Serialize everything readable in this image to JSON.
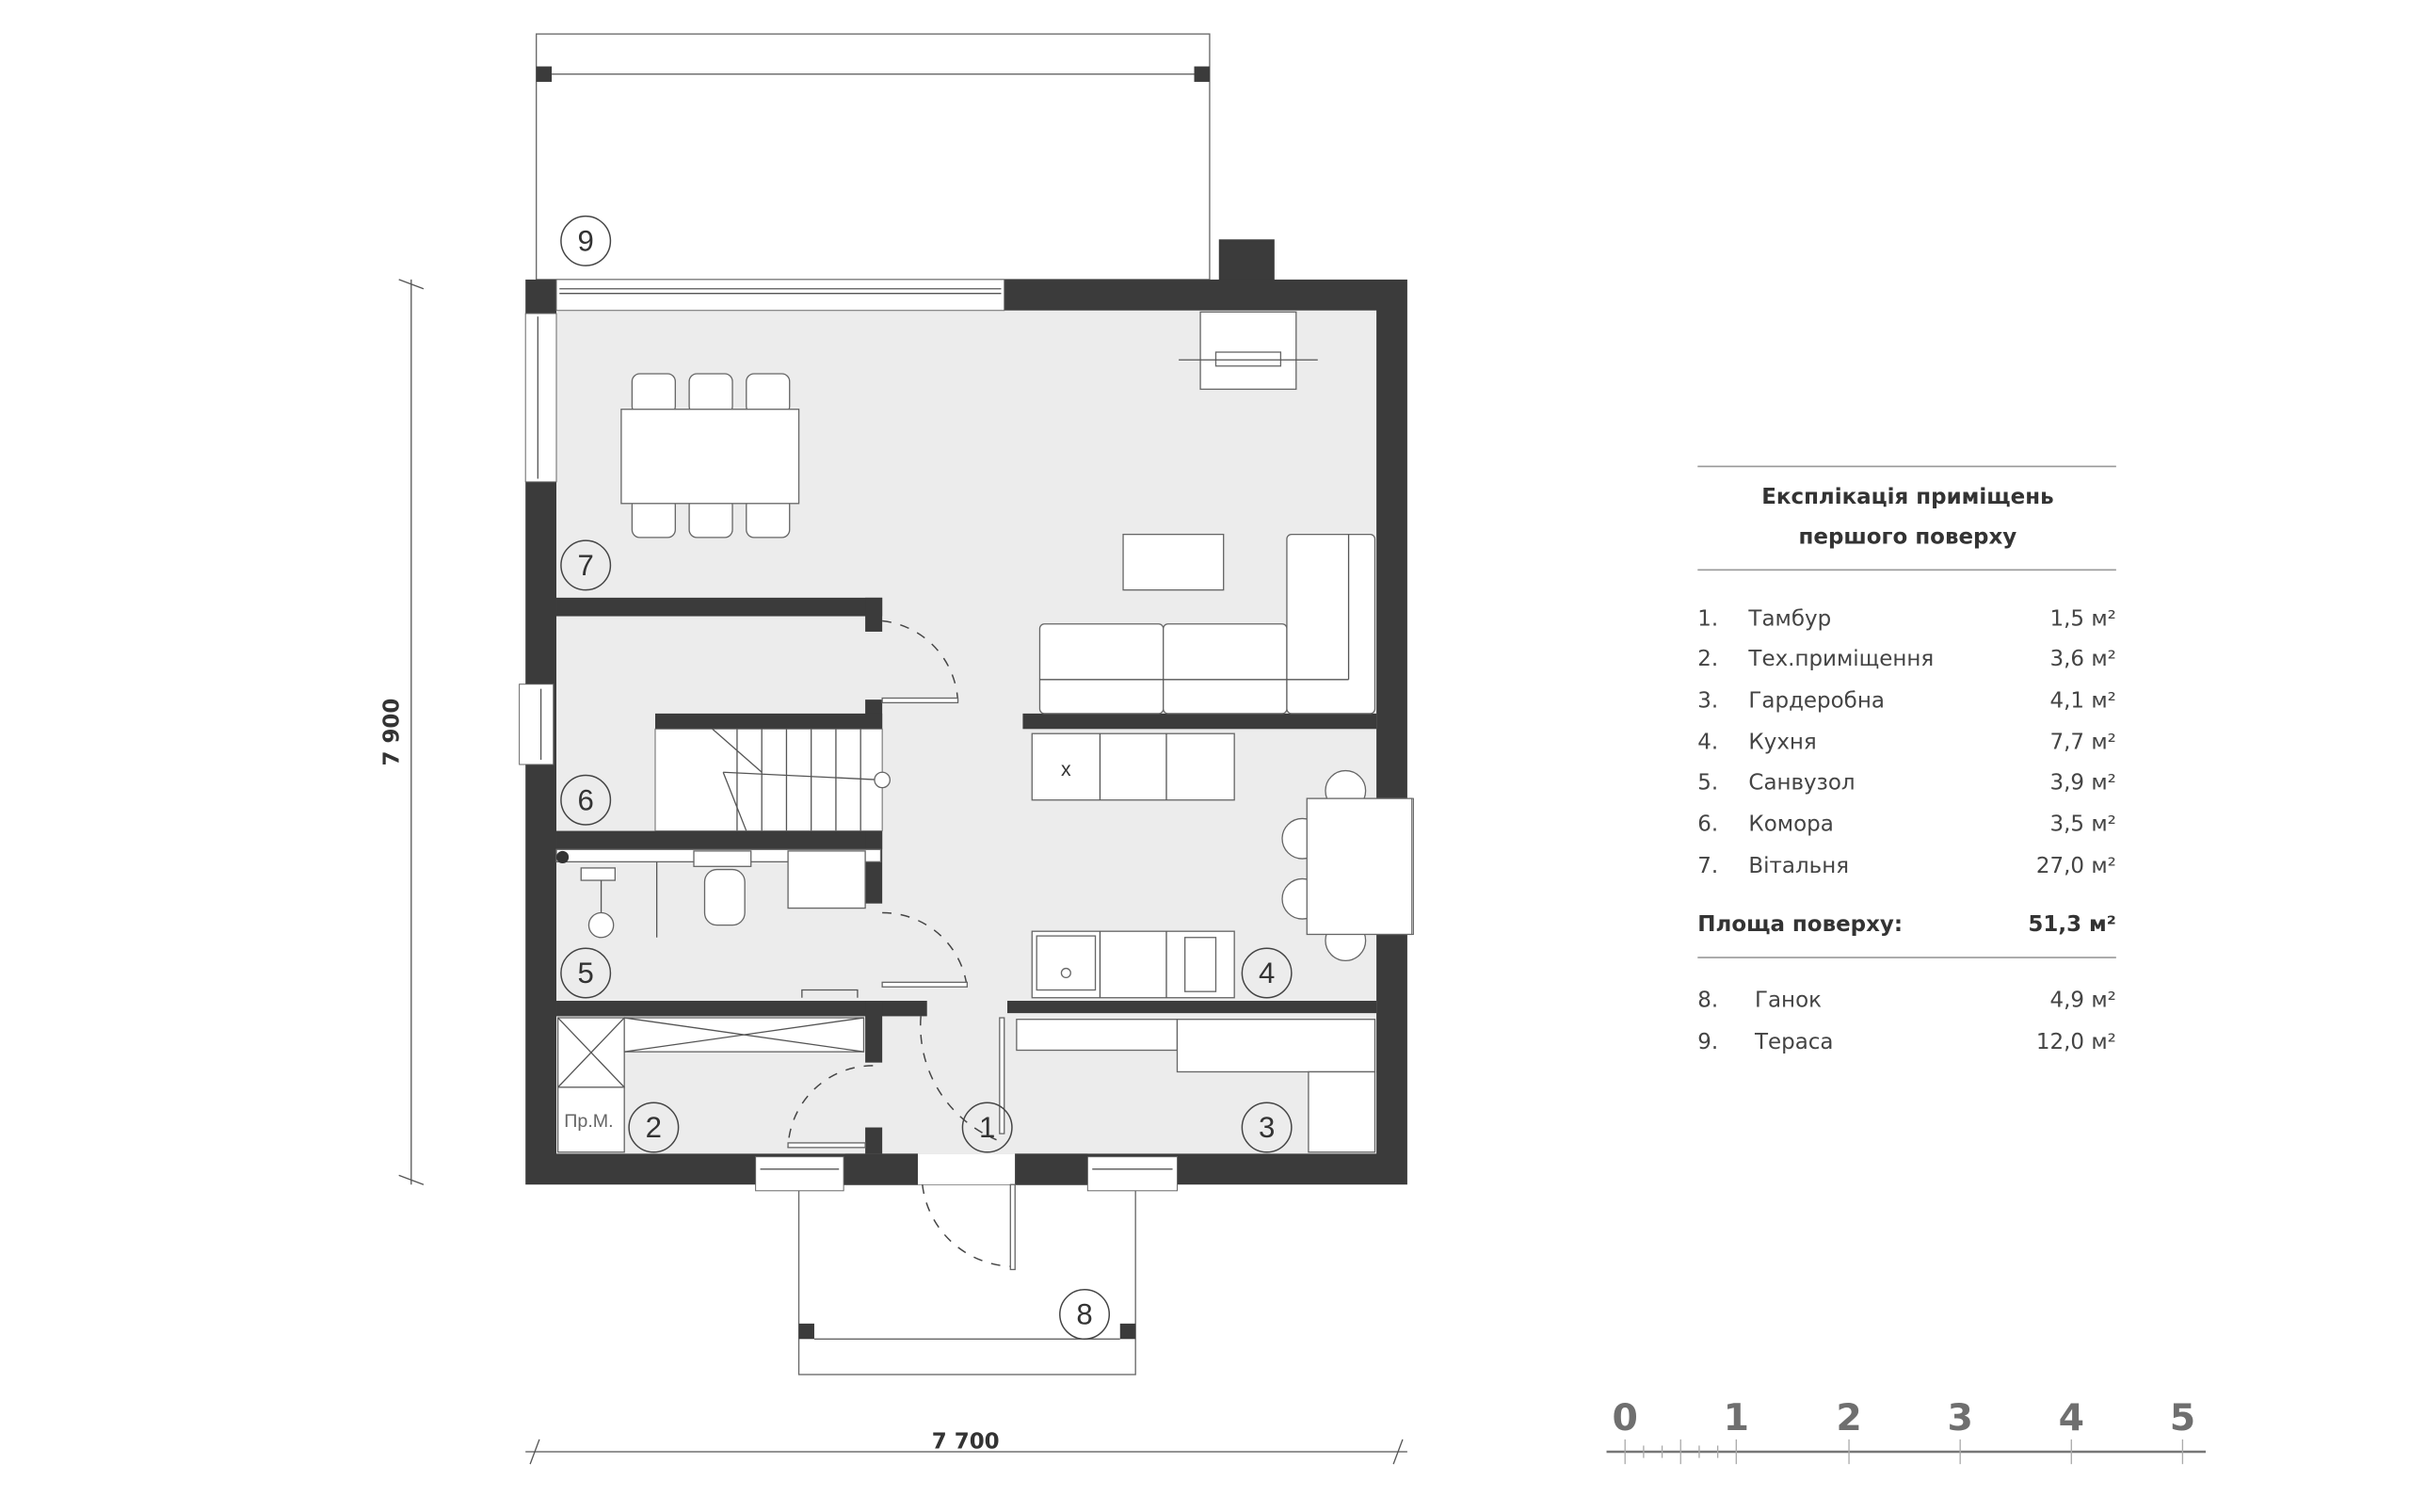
{
  "plan": {
    "room_numbers": [
      "1",
      "2",
      "3",
      "4",
      "5",
      "6",
      "7",
      "8",
      "9"
    ],
    "tech_room_label": "Пр.М.",
    "stove_mark": "x",
    "dimensions": {
      "height": "7 900",
      "width": "7 700"
    }
  },
  "explication": {
    "title_line1": "Експлікація приміщень",
    "title_line2": "першого поверху",
    "rooms": [
      {
        "num": "1.",
        "name": "Тамбур",
        "area": "1,5 м²"
      },
      {
        "num": "2.",
        "name": "Тех.приміщення",
        "area": "3,6 м²"
      },
      {
        "num": "3.",
        "name": "Гардеробна",
        "area": "4,1 м²"
      },
      {
        "num": "4.",
        "name": "Кухня",
        "area": "7,7 м²"
      },
      {
        "num": "5.",
        "name": "Санвузол",
        "area": "3,9 м²"
      },
      {
        "num": "6.",
        "name": "Комора",
        "area": "3,5 м²"
      },
      {
        "num": "7.",
        "name": "Вітальня",
        "area": "27,0 м²"
      }
    ],
    "total_label": "Площа поверху:",
    "total_area": "51,3 м²",
    "outdoor": [
      {
        "num": "8.",
        "name": "Ганок",
        "area": "4,9 м²"
      },
      {
        "num": "9.",
        "name": "Тераса",
        "area": "12,0 м²"
      }
    ]
  },
  "scale_bar": {
    "labels": [
      "0",
      "1",
      "2",
      "3",
      "4",
      "5"
    ],
    "unit_meters": 1
  },
  "colors": {
    "wall": "#3b3b3b",
    "floor": "#ececec",
    "text": "#444444"
  }
}
